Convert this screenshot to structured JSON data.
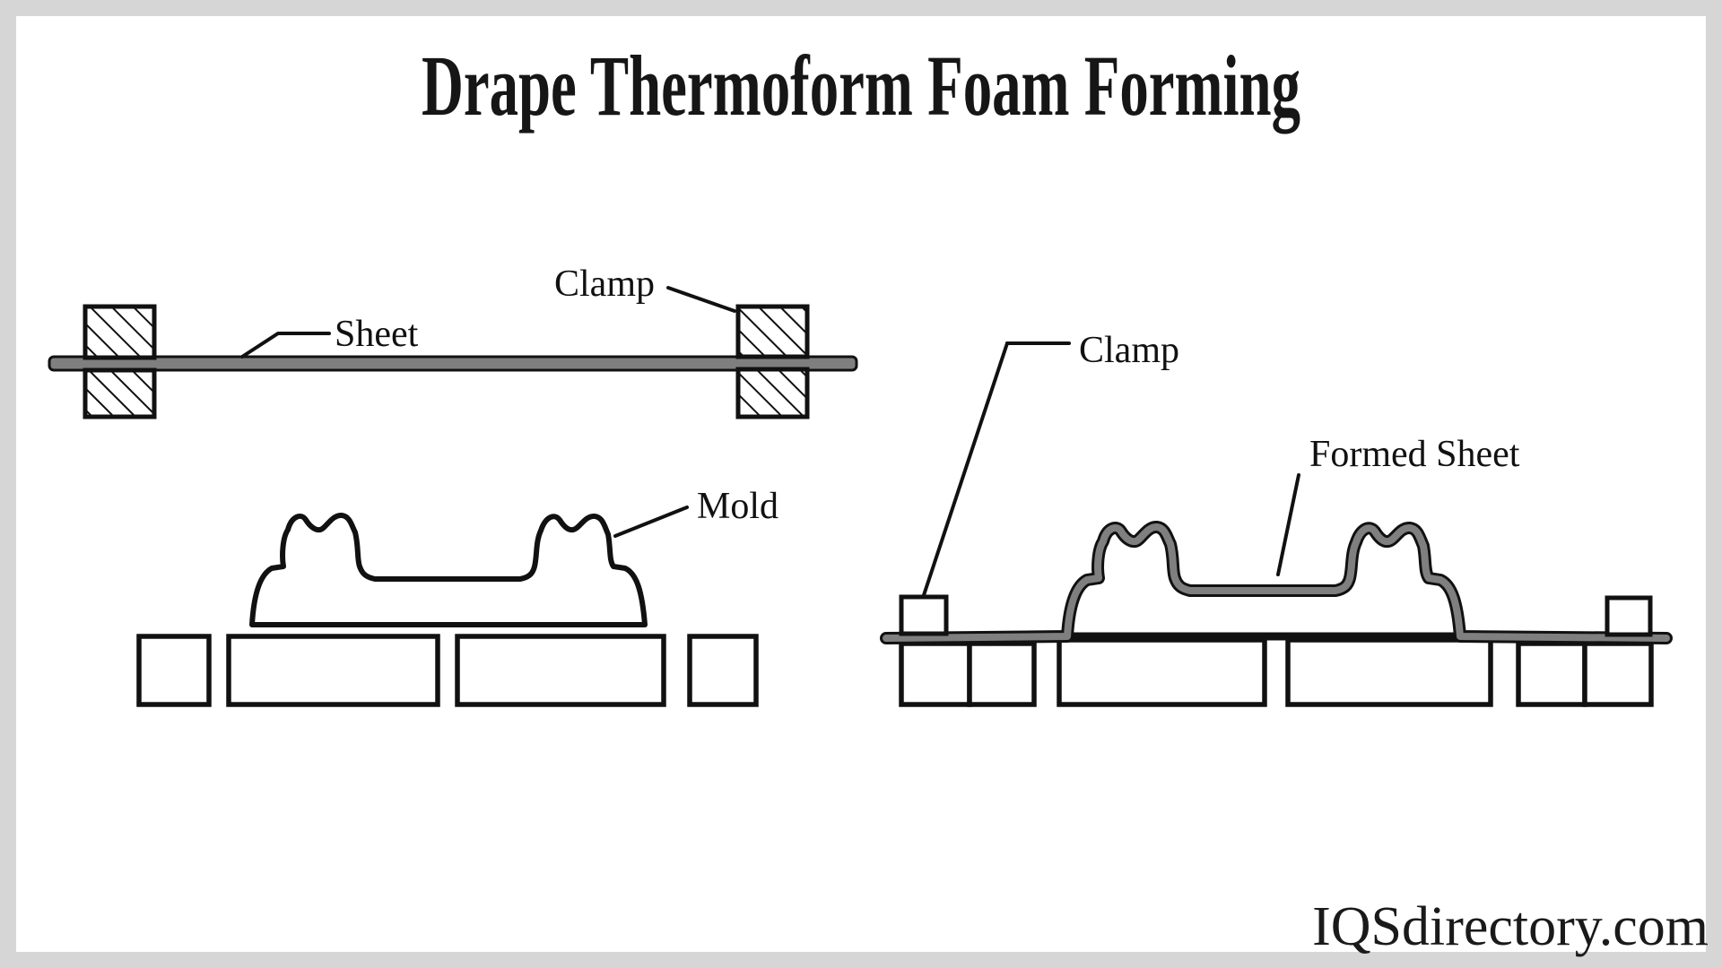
{
  "title": "Drape Thermoform Foam Forming",
  "watermark": "IQSdirectory.com",
  "colors": {
    "sheet_gray": "#7f7f7f",
    "outline_black": "#111111",
    "canvas_white": "#ffffff",
    "frame_gray": "#d6d6d6"
  },
  "left_diagram": {
    "labels": {
      "sheet": "Sheet",
      "clamp": "Clamp",
      "mold": "Mold"
    }
  },
  "right_diagram": {
    "labels": {
      "clamp": "Clamp",
      "formed_sheet": "Formed Sheet"
    }
  }
}
